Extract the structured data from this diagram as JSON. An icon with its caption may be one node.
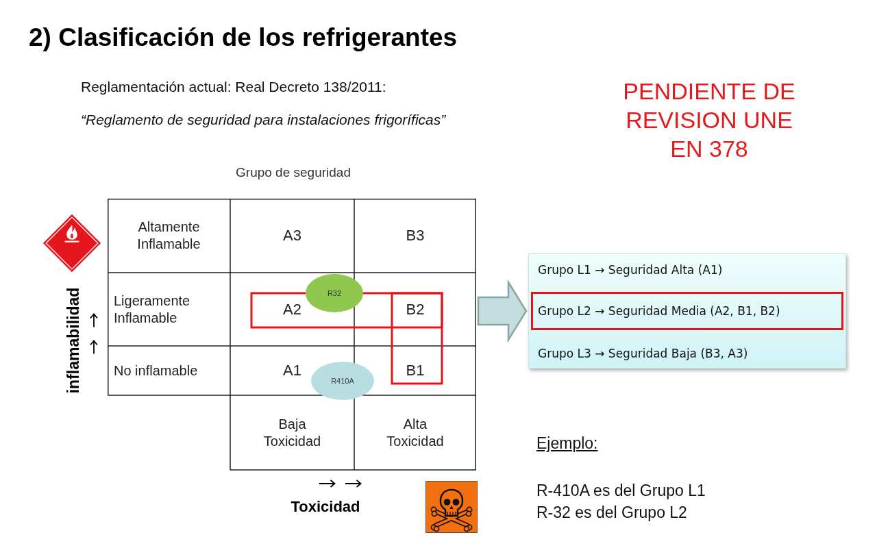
{
  "diagram": {
    "title": "2) Clasificación de los refrigerantes",
    "nodes": [
      {
        "text": [
          "Altamente Inflamable",
          "A3",
          "B3",
          "Ligeramente Inflamable",
          "A2",
          "B2",
          "No inflamable",
          "A1",
          "B1",
          "Baja Toxicidad",
          "Alta Toxicidad"
        ]
      },
      {
        "text": [
          "R32"
        ],
        "in": 0
      },
      {
        "text": [
          "R410A"
        ],
        "in": 0
      },
      {
        "text": [
          "Grupo L1 → Seguridad Alta (A1)",
          "Grupo L3 → Seguridad Baja (B3, A3)"
        ]
      },
      {
        "text": [
          "Grupo L2 → Seguridad Media (A2, B1, B2)"
        ],
        "in": 3
      }
    ],
    "edges": [
      {
        "from": 0,
        "to": 3,
        "arrow": "to",
        "style": "thick"
      }
    ],
    "labels": [
      "Reglamentación actual: Real Decreto 138/2011:",
      "“Reglamento de seguridad para instalaciones frigoríficas”",
      "PENDIENTE DE REVISION UNE EN 378",
      "Grupo de seguridad",
      "inflamabilidad",
      "Toxicidad",
      "Ejemplo:",
      "R-410A es del Grupo L1",
      "R-32 es del Grupo L2"
    ]
  }
}
